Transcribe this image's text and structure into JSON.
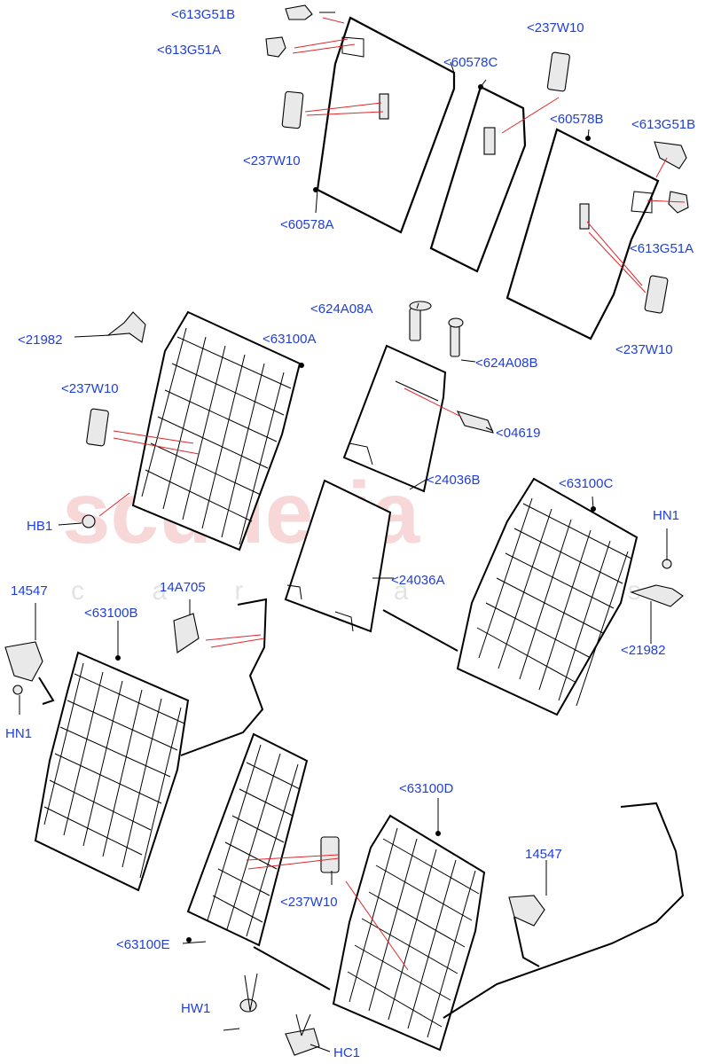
{
  "watermark": {
    "line1": "scuderia",
    "line2": "c a r   p a r t s"
  },
  "labels": [
    "<613G51B",
    "<613G51A",
    "<237W10",
    "<60578C",
    "<237W10",
    "<60578A",
    "<60578B",
    "<613G51B",
    "<613G51A",
    "<237W10",
    "<624A08A",
    "<624A08B",
    "<21982",
    "<63100A",
    "<237W10",
    "<04619",
    "HB1",
    "<24036B",
    "<63100C",
    "HN1",
    "<24036A",
    "14547",
    "14A705",
    "<63100B",
    "<21982",
    "HN1",
    "<63100D",
    "14547",
    "<237W10",
    "<63100E",
    "HW1",
    "HC1"
  ],
  "colors": {
    "label": "#1f3fd8",
    "leader": "#e0262b",
    "line": "#000000",
    "watermark": "#f2b8b8"
  }
}
